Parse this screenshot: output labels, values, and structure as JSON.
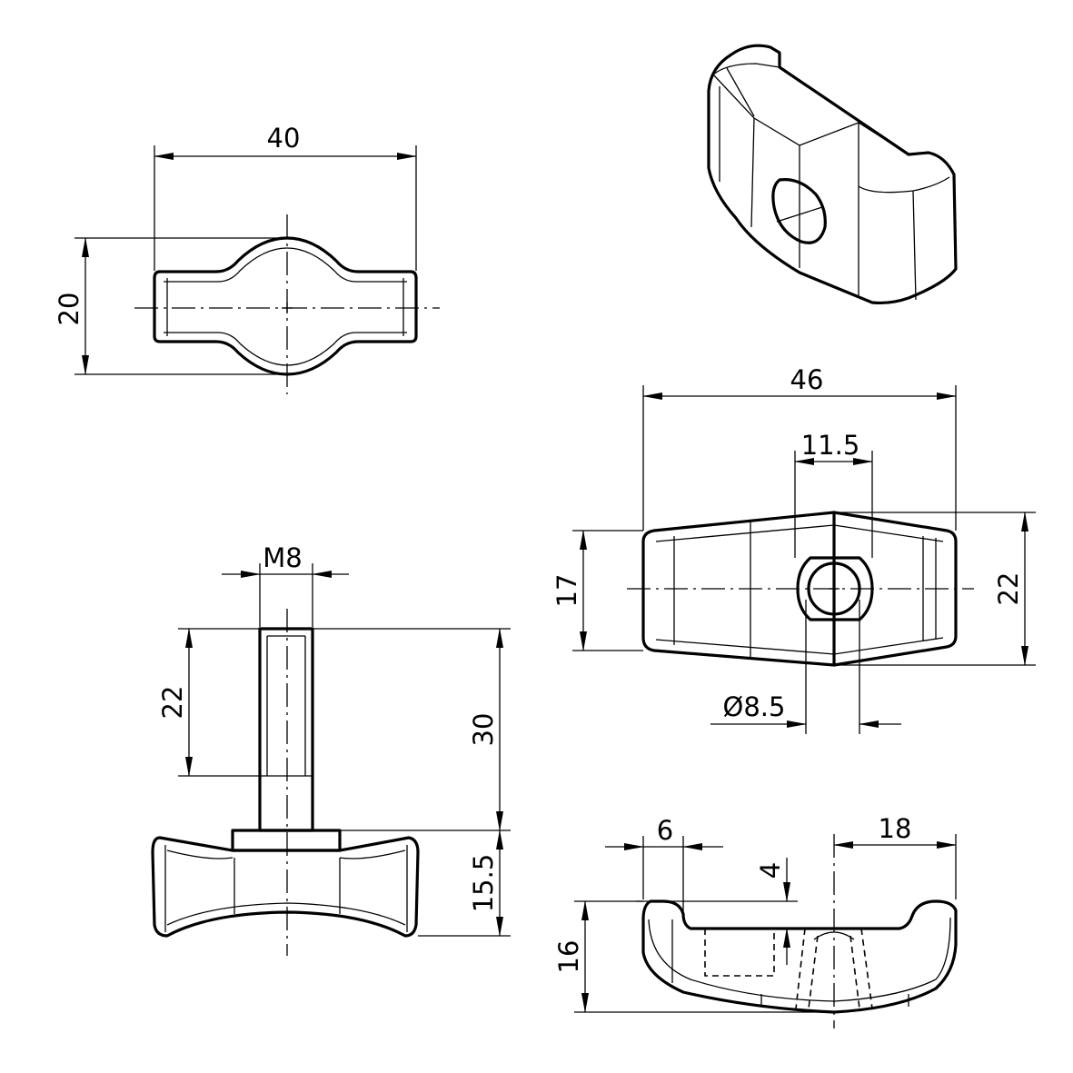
{
  "dimensions": {
    "top_width": "40",
    "top_height": "20",
    "front_thread": "M8",
    "front_thread_length": "22",
    "front_total_length": "30",
    "front_head_height": "15.5",
    "side_width": "46",
    "side_slot": "11.5",
    "side_left_height": "17",
    "side_height": "22",
    "side_bore": "Ø8.5",
    "bottom_left": "6",
    "bottom_right": "18",
    "bottom_depth": "4",
    "bottom_height": "16"
  }
}
